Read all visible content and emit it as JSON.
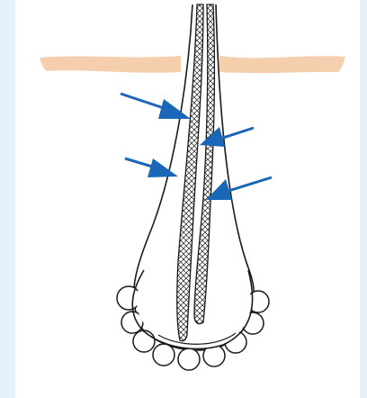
{
  "colors": {
    "background": "#e6f2fb",
    "panel": "#ffffff",
    "skin": "#f5cfad",
    "outline": "#1a1a1a",
    "arrow": "#1a67b8"
  },
  "diagram": {
    "subject": "hair-follicle-with-two-hair-shafts",
    "arrows": [
      {
        "name": "arrow-upper-left",
        "points_to": "left-hair-shaft"
      },
      {
        "name": "arrow-upper-right",
        "points_to": "right-hair-shaft"
      },
      {
        "name": "arrow-lower-left",
        "points_to": "left-hair-shaft"
      },
      {
        "name": "arrow-lower-right",
        "points_to": "right-hair-shaft"
      }
    ]
  }
}
